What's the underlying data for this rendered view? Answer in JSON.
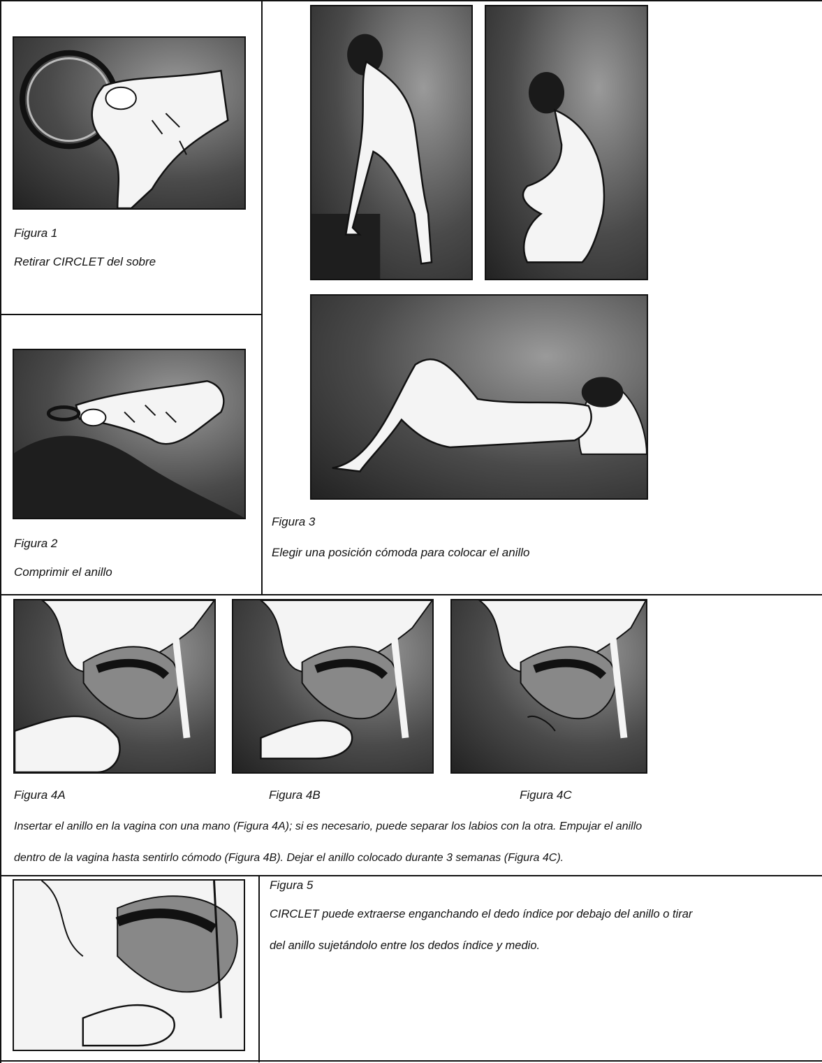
{
  "figure1": {
    "label": "Figura 1",
    "caption": "Retirar CIRCLET del sobre",
    "illustration": "hand-removing-ring-from-sachet"
  },
  "figure2": {
    "label": "Figura 2",
    "caption": "Comprimir el anillo",
    "illustration": "hand-squeezing-ring"
  },
  "figure3": {
    "label": "Figura 3",
    "caption": "Elegir una posición cómoda para colocar el anillo",
    "illustrations": [
      "woman-standing-leg-raised",
      "woman-squatting",
      "woman-lying-down"
    ]
  },
  "figure4": {
    "labels": [
      "Figura 4A",
      "Figura 4B",
      "Figura 4C"
    ],
    "caption_line1": "Insertar el anillo en la vagina con una mano (Figura 4A); si es necesario, puede separar los labios con la otra. Empujar el anillo",
    "caption_line2": "dentro de la vagina hasta sentirlo cómodo (Figura 4B). Dejar el anillo colocado durante 3 semanas (Figura 4C).",
    "illustrations": [
      "anatomy-insert-ring",
      "anatomy-push-ring",
      "anatomy-ring-in-place"
    ]
  },
  "figure5": {
    "label": "Figura 5",
    "caption_line1": "CIRCLET puede extraerse enganchando el dedo índice por debajo del anillo o tirar",
    "caption_line2": "del anillo sujetándolo entre los dedos índice y medio.",
    "illustration": "anatomy-remove-ring"
  },
  "colors": {
    "ink": "#111111",
    "panel_dark": "#2a2a2a",
    "panel_light": "#9a9a9a",
    "skin": "#f4f4f4"
  }
}
